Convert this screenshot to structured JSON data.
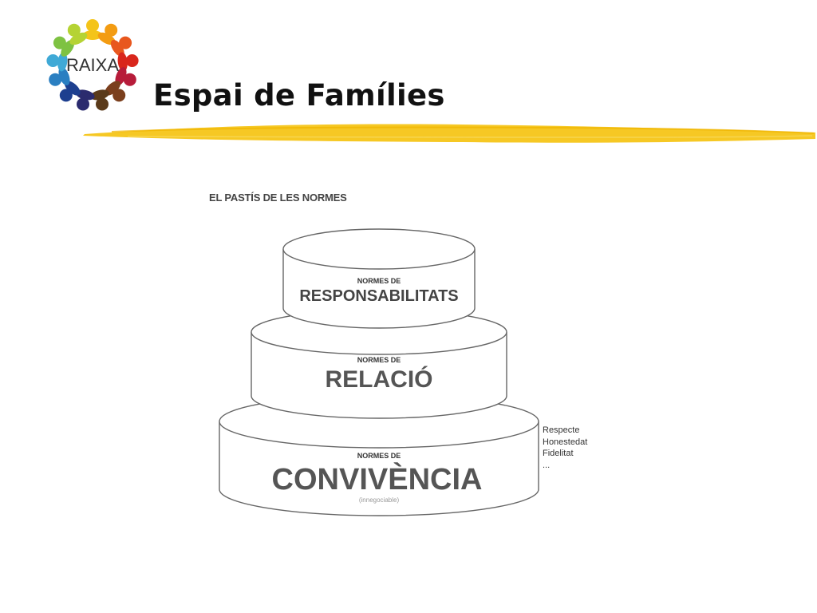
{
  "slide": {
    "title": "Espai de Famílies"
  },
  "logo": {
    "text": "RAIXA",
    "colors": [
      "#f4c419",
      "#f39c12",
      "#e8571e",
      "#d9261c",
      "#b71c3a",
      "#7b3f1d",
      "#5a3a1a",
      "#2b2b6e",
      "#1d3f8f",
      "#2a7fc1",
      "#3fa9d6",
      "#7ec242",
      "#b5d334"
    ]
  },
  "diagram": {
    "title": "EL PASTÍS DE LES NORMES",
    "tiers": [
      {
        "subtitle": "NORMES DE",
        "label": "RESPONSABILITATS"
      },
      {
        "subtitle": "NORMES DE",
        "label": "RELACIÓ"
      },
      {
        "subtitle": "NORMES DE",
        "label": "CONVIVÈNCIA",
        "note": "(innegociable)"
      }
    ],
    "values": [
      "Respecte",
      "Honestedat",
      "Fidelitat",
      "..."
    ]
  },
  "colors": {
    "accent_stroke": "#f5c518",
    "outline": "#666666"
  }
}
